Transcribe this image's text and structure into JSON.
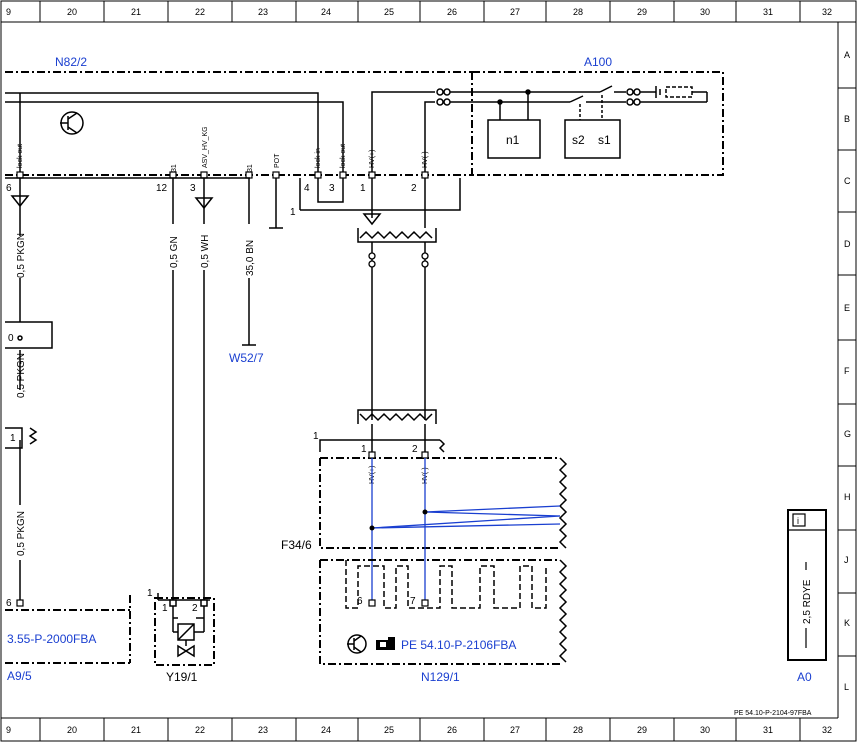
{
  "grid": {
    "columns": [
      "9",
      "20",
      "21",
      "22",
      "23",
      "24",
      "25",
      "26",
      "27",
      "28",
      "29",
      "30",
      "31",
      "32"
    ],
    "rows": [
      "A",
      "B",
      "C",
      "D",
      "E",
      "F",
      "G",
      "H",
      "J",
      "K",
      "L"
    ]
  },
  "components": {
    "n82_2": "N82/2",
    "a100": "A100",
    "w52_7": "W52/7",
    "f34_6": "F34/6",
    "y19_1": "Y19/1",
    "n129_1": "N129/1",
    "a9_5": "A9/5",
    "a0": "A0"
  },
  "refs": {
    "left_ref": "3.55-P-2000FBA",
    "bottom_ref": "PE 54.10-P-2106FBA",
    "doc_id": "PE 54.10-P-2104-97FBA"
  },
  "pins": {
    "lock_out_l": "lock out",
    "p31_a": "31",
    "asv": "ASV_HV_KG",
    "p31_b": "31",
    "pot": "POT",
    "lock_in": "lock in",
    "lock_out_r": "lock out",
    "hv_plus": "HV(+)",
    "hv_minus": "HV(-)",
    "hv_plus_b": "HV(+)",
    "hv_minus_b": "HV(-)"
  },
  "pin_numbers": {
    "n6": "6",
    "n12": "12",
    "n3": "3",
    "n4": "4",
    "n3b": "3",
    "n1": "1",
    "n2": "2",
    "one_a": "1",
    "one_b": "1",
    "n1c": "1",
    "n2c": "2",
    "n6c": "6",
    "n7c": "7",
    "n1d": "1",
    "n2d": "2",
    "n1e": "1",
    "n6e": "6",
    "n0": "0"
  },
  "wires": {
    "pkgn1": "0,5 PKGN",
    "pkgn2": "0,5 PKGN",
    "pkgn3": "0,5 PKGN",
    "gn": "0,5 GN",
    "wh": "0,5 WH",
    "bn": "35,0 BN",
    "rdye": "2,5 RDYE"
  },
  "boxes": {
    "n1": "n1",
    "s2": "s2",
    "s1": "s1"
  },
  "info_icon": "i",
  "colors": {
    "accent": "#1a3fd0",
    "line": "#000000"
  }
}
